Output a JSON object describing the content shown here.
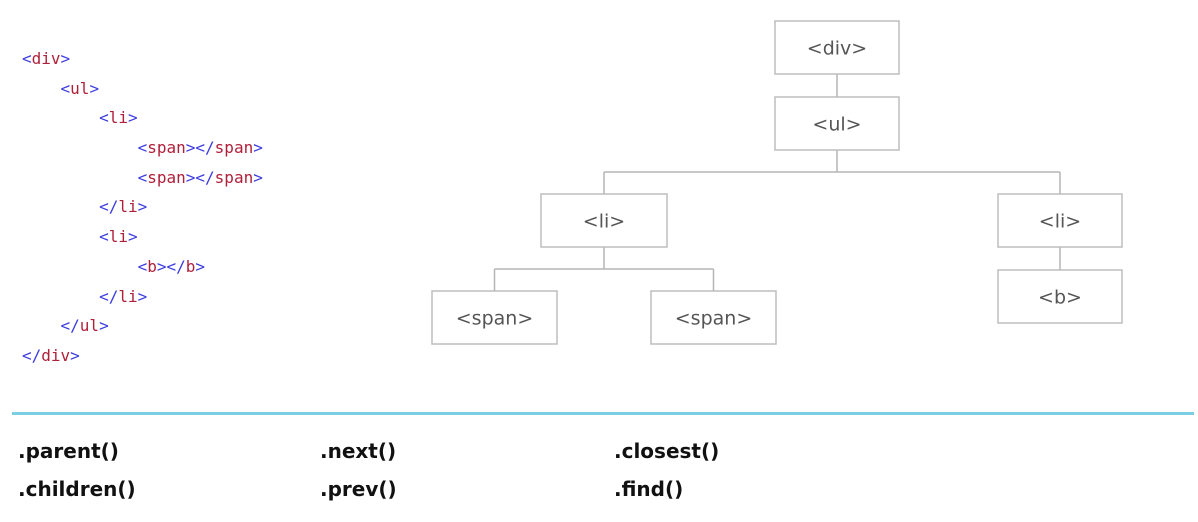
{
  "code_lines": [
    {
      "indent": 0,
      "text": "<div>"
    },
    {
      "indent": 1,
      "text": "<ul>"
    },
    {
      "indent": 2,
      "text": "<li>"
    },
    {
      "indent": 3,
      "text": "<span></span>"
    },
    {
      "indent": 3,
      "text": "<span></span>"
    },
    {
      "indent": 2,
      "text": "</li>"
    },
    {
      "indent": 2,
      "text": "<li>"
    },
    {
      "indent": 3,
      "text": "<b></b>"
    },
    {
      "indent": 2,
      "text": "</li>"
    },
    {
      "indent": 1,
      "text": "</ul>"
    },
    {
      "indent": 0,
      "text": "</div>"
    }
  ],
  "tree": {
    "nodes": [
      {
        "id": "div",
        "label": "<div>"
      },
      {
        "id": "ul",
        "label": "<ul>",
        "parent": "div"
      },
      {
        "id": "li-1",
        "label": "<li>",
        "parent": "ul"
      },
      {
        "id": "li-2",
        "label": "<li>",
        "parent": "ul"
      },
      {
        "id": "span-1",
        "label": "<span>",
        "parent": "li-1"
      },
      {
        "id": "span-2",
        "label": "<span>",
        "parent": "li-1"
      },
      {
        "id": "b",
        "label": "<b>",
        "parent": "li-2"
      }
    ]
  },
  "methods": [
    [
      ".parent()",
      ".children()"
    ],
    [
      ".next()",
      ".prev()"
    ],
    [
      ".closest()",
      ".find()"
    ]
  ],
  "colors": {
    "code_bracket": "#3b3be0",
    "code_tag": "#b0203a",
    "divider": "#7ccfe0",
    "node_border": "#bdbdbd",
    "node_text": "#555555"
  }
}
